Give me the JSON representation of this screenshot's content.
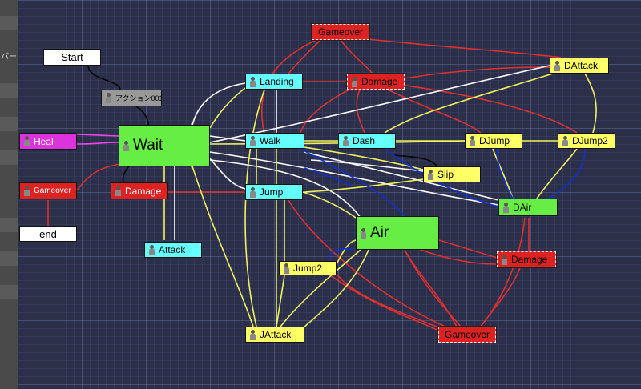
{
  "sidebar": {
    "label": "バー"
  },
  "colors": {
    "wait": "#66ee44",
    "cyan": "#66ffff",
    "yellow": "#ffff66",
    "red": "#dd2222",
    "magenta": "#dd33dd",
    "white": "#ffffff",
    "gray": "#999999",
    "edge_red": "#e03030",
    "edge_yellow": "#f0f060",
    "edge_white": "#ffffff",
    "edge_blue": "#1030d0",
    "edge_magenta": "#ee44ee",
    "edge_black": "#000000"
  },
  "nodes": {
    "start": "Start",
    "action001": "アクション001",
    "heal": "Heal",
    "wait": "Wait",
    "gameover_left": "Gameover",
    "damage_left": "Damage",
    "end": "end",
    "landing": "Landing",
    "walk": "Walk",
    "jump": "Jump",
    "attack": "Attack",
    "gameover_top": "Gameover",
    "damage_top": "Damage",
    "dash": "Dash",
    "slip": "Slip",
    "djump": "DJump",
    "djump2": "DJump2",
    "dattack": "DAttack",
    "dair": "DAir",
    "air": "Air",
    "damage_right": "Damage",
    "jump2": "Jump2",
    "jattack": "JAttack",
    "gameover_bottom": "Gameover"
  }
}
